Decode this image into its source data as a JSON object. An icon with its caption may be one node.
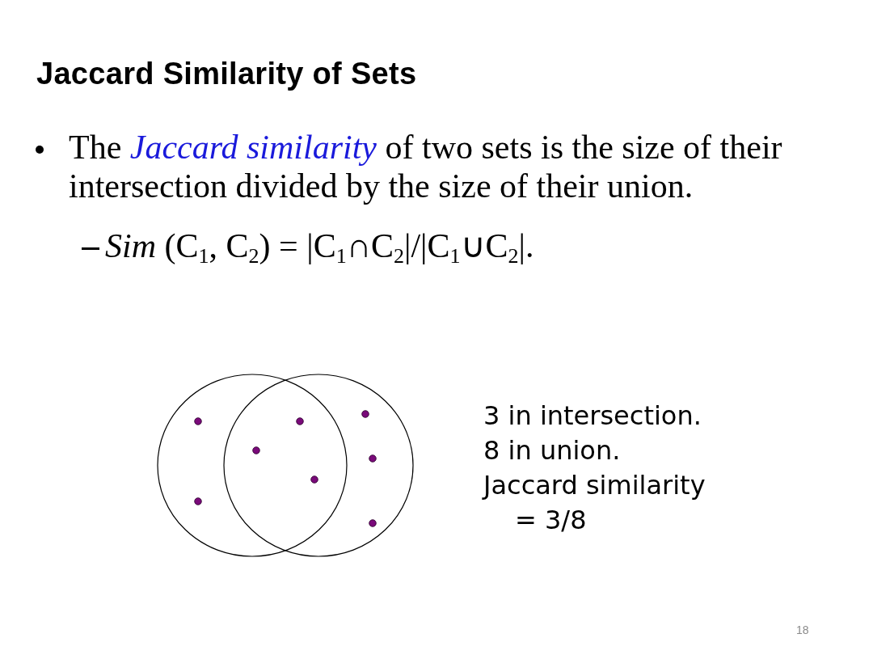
{
  "diagram": {
    "title": "Jaccard Similarity of Sets",
    "labels": [
      "The *Jaccard similarity* of two sets is the size of their intersection divided by the size of their union.",
      "*Sim* (C$_{1}$, C$_{2}$) = |C$_{1}$∩C$_{2}$|/|C$_{1}$∪C$_{2}$|.",
      "3 in intersection.",
      "8 in union.",
      "Jaccard similarity = 3/8",
      "18"
    ]
  }
}
